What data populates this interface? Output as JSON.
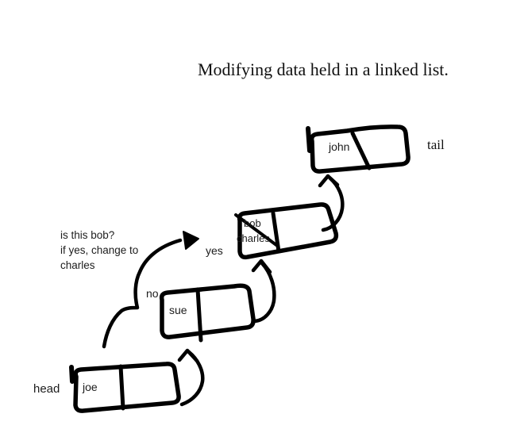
{
  "title": "Modifying data held in a linked list.",
  "pointers": {
    "head": "head",
    "tail": "tail"
  },
  "branches": {
    "yes": "yes",
    "no": "no"
  },
  "annotation": {
    "lines": [
      "is this bob?",
      "if yes, change to",
      "charles"
    ]
  },
  "nodes": {
    "joe": {
      "label": "joe"
    },
    "sue": {
      "label": "sue"
    },
    "bob": {
      "old_label": "bob",
      "new_label": "charles",
      "struck_through": true
    },
    "john": {
      "label": "john"
    }
  },
  "colors": {
    "ink": "#000000",
    "text": "#1c1c1c",
    "background": "#ffffff"
  }
}
